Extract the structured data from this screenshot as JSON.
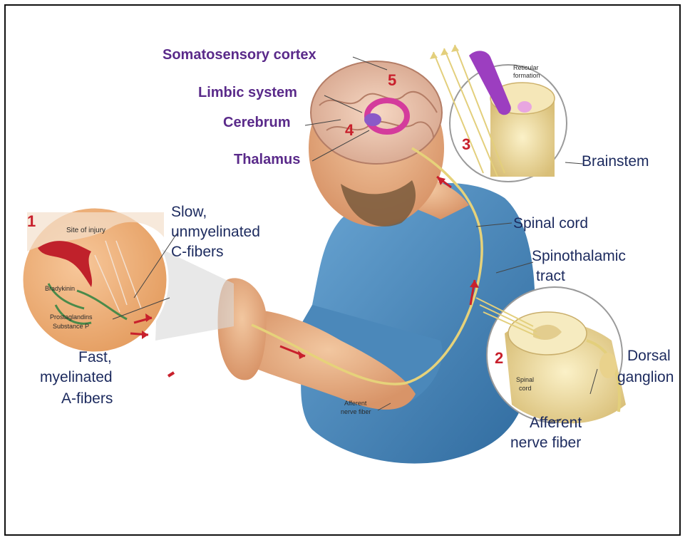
{
  "labels": {
    "somatosensory_cortex": "Somatosensory cortex",
    "limbic_system": "Limbic system",
    "cerebrum": "Cerebrum",
    "thalamus": "Thalamus",
    "reticular_formation_1": "Reticular",
    "reticular_formation_2": "formation",
    "brainstem": "Brainstem",
    "spinal_cord": "Spinal cord",
    "spinothalamic_1": "Spinothalamic",
    "spinothalamic_2": "tract",
    "dorsal_ganglion_1": "Dorsal",
    "dorsal_ganglion_2": "ganglion",
    "afferent_nerve_fiber_1": "Afferent",
    "afferent_nerve_fiber_2": "nerve fiber",
    "slow_c_1": "Slow,",
    "slow_c_2": "unmyelinated",
    "slow_c_3": "C-fibers",
    "fast_a_1": "Fast,",
    "fast_a_2": "myelinated",
    "fast_a_3": "A-fibers",
    "site_of_injury": "Site of injury",
    "bradykinin": "Bradykinin",
    "prostaglandins": "Prostaglandins",
    "substance_p": "Substance P",
    "spinal_cord_small_1": "Spinal",
    "spinal_cord_small_2": "cord",
    "afferent_small_1": "Afferent",
    "afferent_small_2": "nerve fiber"
  },
  "steps": [
    "1",
    "2",
    "3",
    "4",
    "5"
  ],
  "colors": {
    "label_purple": "#5a2a8a",
    "label_navy": "#1c2a5e",
    "step_red": "#c8202c",
    "shirt_blue": "#4a86b8",
    "skin": "#e8b48a",
    "nerve_yellow": "#e8d890"
  }
}
